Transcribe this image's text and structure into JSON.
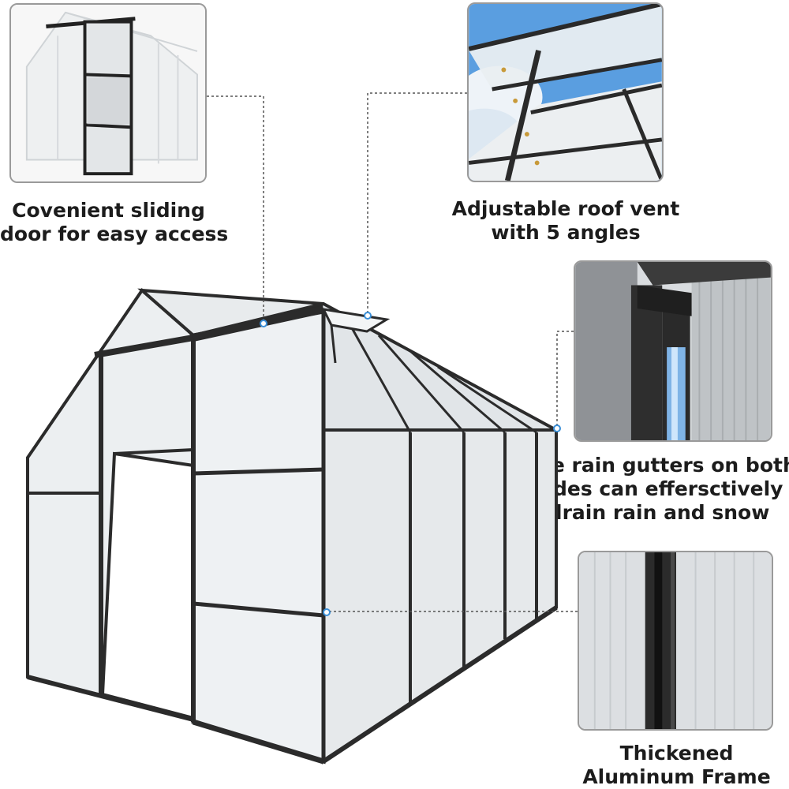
{
  "features": [
    {
      "id": "door",
      "caption_lines": [
        "Covenient sliding",
        "door for easy access"
      ],
      "icon": "sliding-door-photo"
    },
    {
      "id": "vent",
      "caption_lines": [
        "Adjustable roof vent",
        "with 5 angles"
      ],
      "icon": "roof-vent-photo"
    },
    {
      "id": "gutter",
      "caption_lines": [
        "The rain gutters on both",
        "sides can effersctively",
        "drain rain and snow"
      ],
      "icon": "rain-gutter-photo"
    },
    {
      "id": "frame",
      "caption_lines": [
        "Thickened",
        "Aluminum Frame"
      ],
      "icon": "aluminum-frame-photo"
    }
  ],
  "colors": {
    "frame": "#2b2b2b",
    "panel": "#e9ecee",
    "leader": "#555555",
    "marker": "#3a8fd8",
    "border": "#9a9a9a"
  }
}
